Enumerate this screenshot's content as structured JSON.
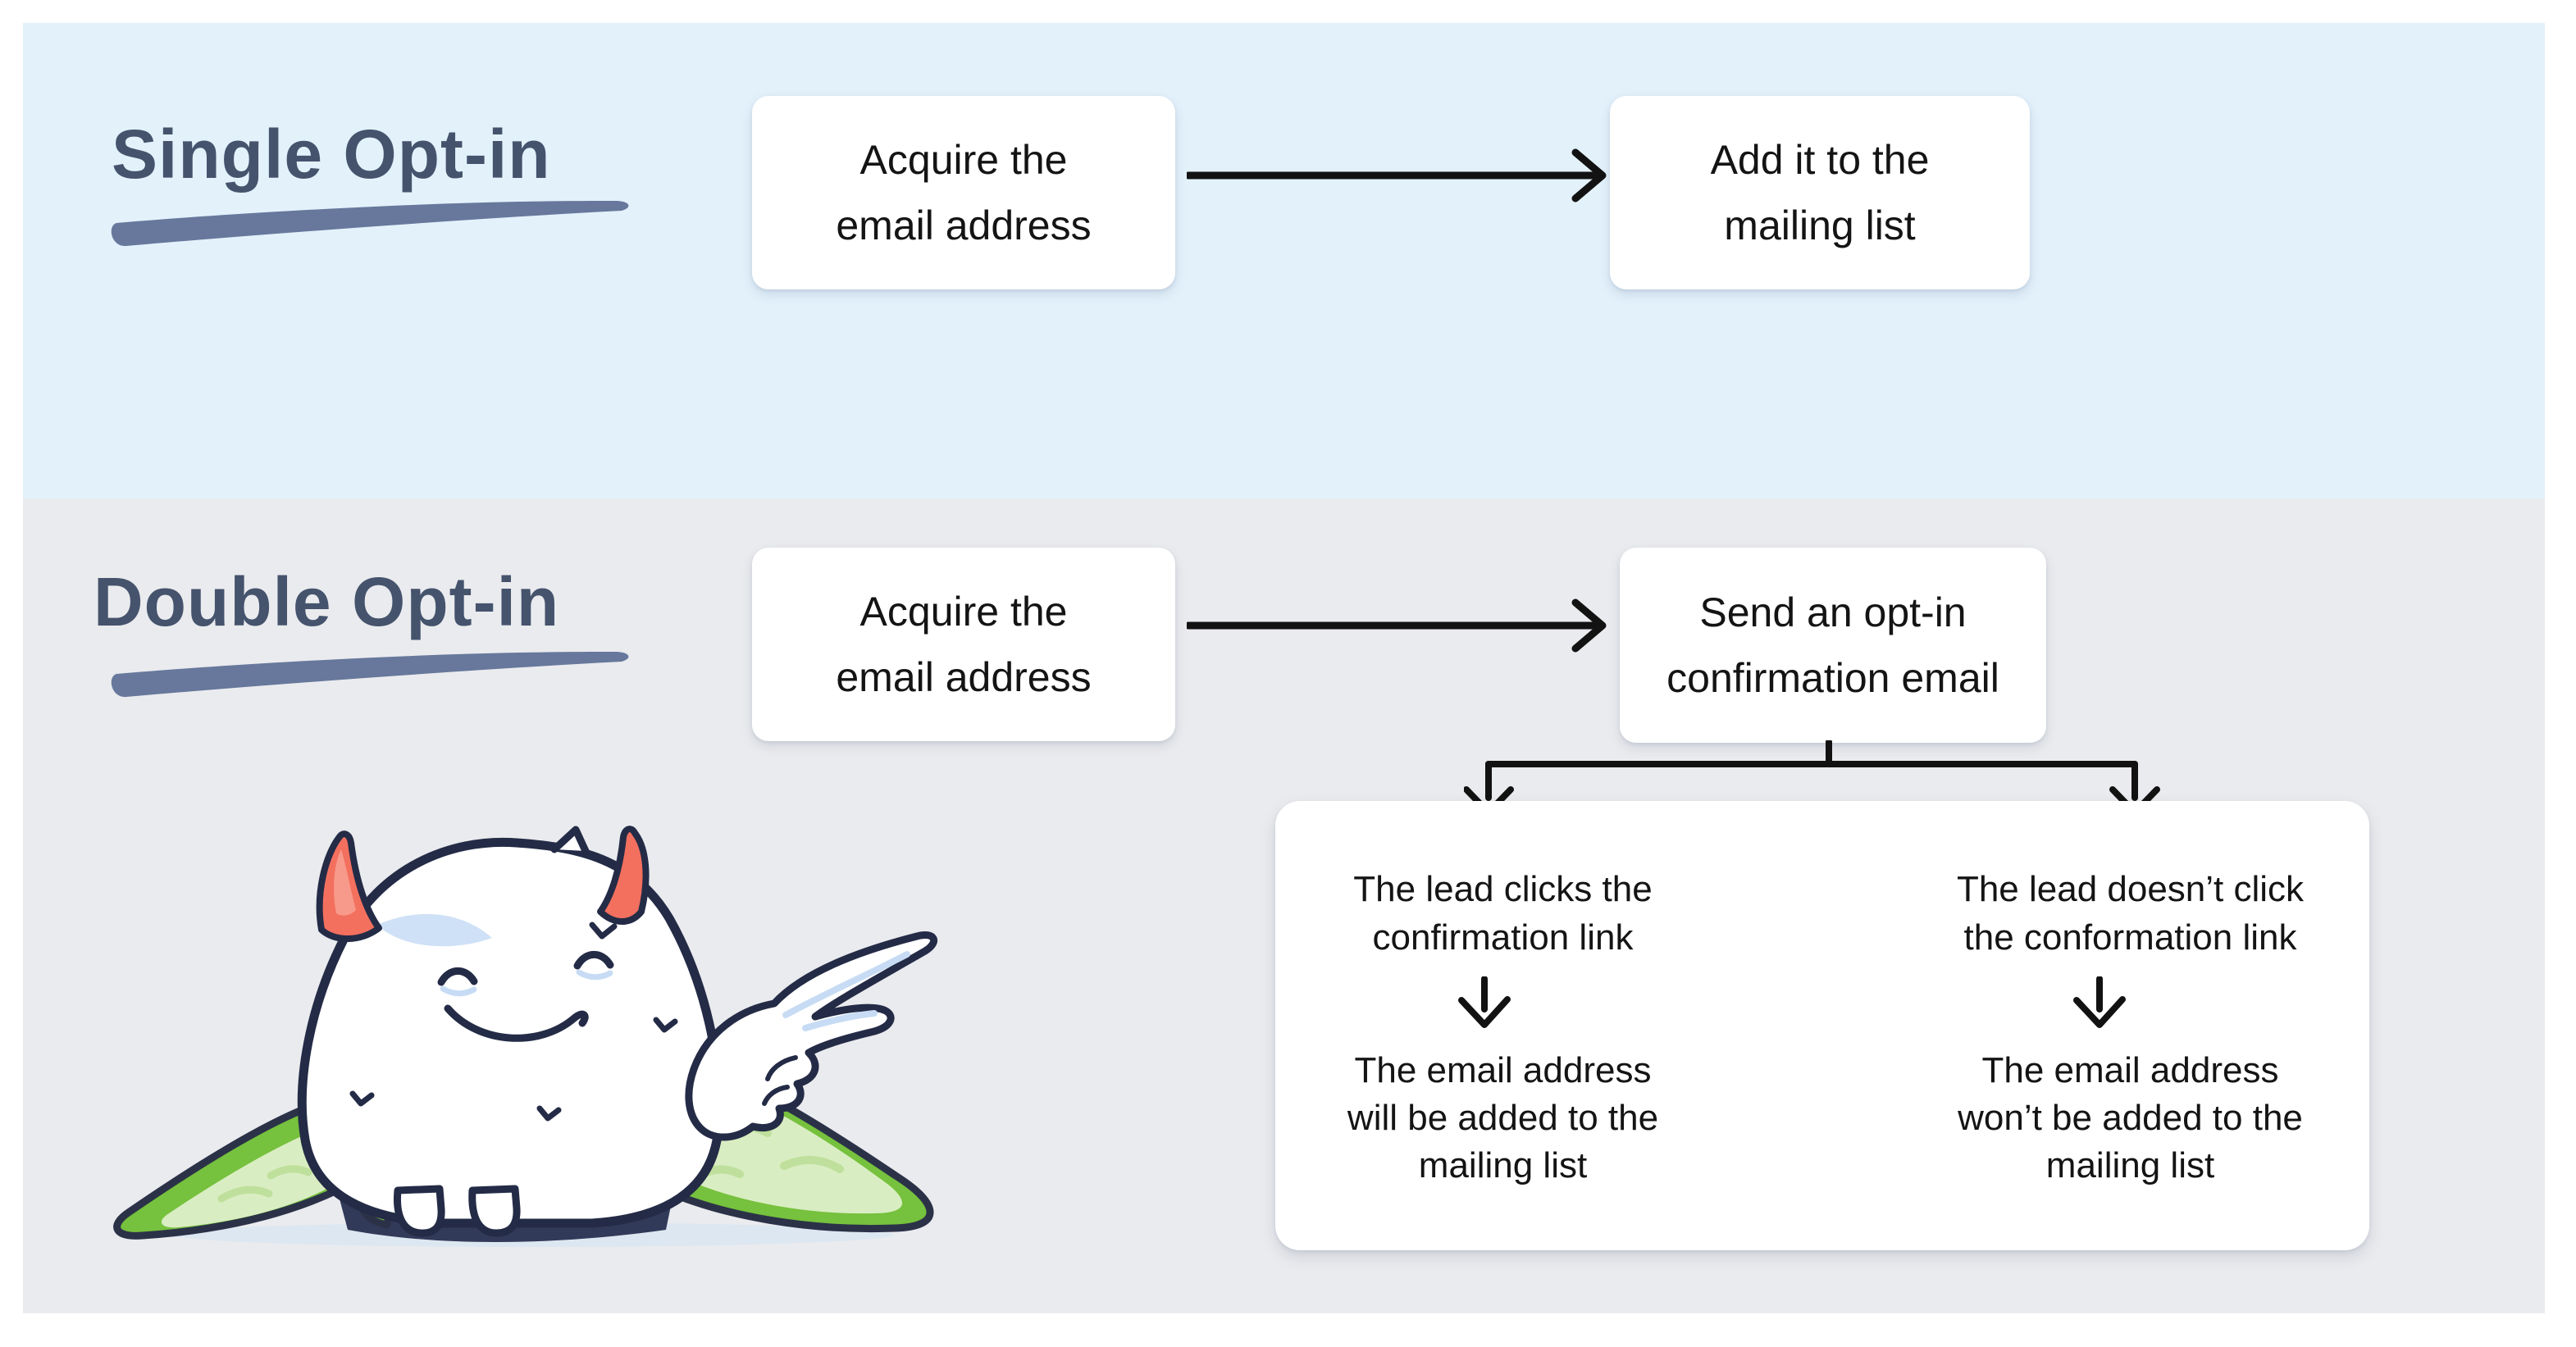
{
  "colors": {
    "page_background": "#ffffff",
    "single_panel_background": "#e3f1fb",
    "double_panel_background": "#eaebee",
    "title_text": "#45536d",
    "title_underline": "#67789c",
    "box_background": "#ffffff",
    "box_text": "#141414",
    "arrow": "#121212",
    "mascot_outline": "#242b46",
    "mascot_horn_red": "#f3705f",
    "mascot_blanket_green": "#76c13d",
    "mascot_blanket_pale_green": "#d9edc2",
    "mascot_shading_blue": "#c7dcf4"
  },
  "single_section": {
    "title": "Single Opt-in",
    "step1": {
      "line1": "Acquire the",
      "line2": "email address"
    },
    "step2": {
      "line1": "Add it to the",
      "line2": "mailing list"
    }
  },
  "double_section": {
    "title": "Double Opt-in",
    "step1": {
      "line1": "Acquire the",
      "line2": "email address"
    },
    "step2": {
      "line1": "Send an opt-in",
      "line2": "confirmation email"
    },
    "outcome_left": {
      "condition1": "The lead clicks the",
      "condition2": "confirmation link",
      "result1": "The email address",
      "result2": "will be added to the",
      "result3": "mailing list"
    },
    "outcome_right": {
      "condition1": "The lead doesn’t click",
      "condition2": "the conformation link",
      "result1": "The email address",
      "result2": "won’t be added to the",
      "result3": "mailing list"
    }
  },
  "mascot": {
    "label": "white yeti monster with red horns peeking out of a green blanket and pointing right"
  }
}
